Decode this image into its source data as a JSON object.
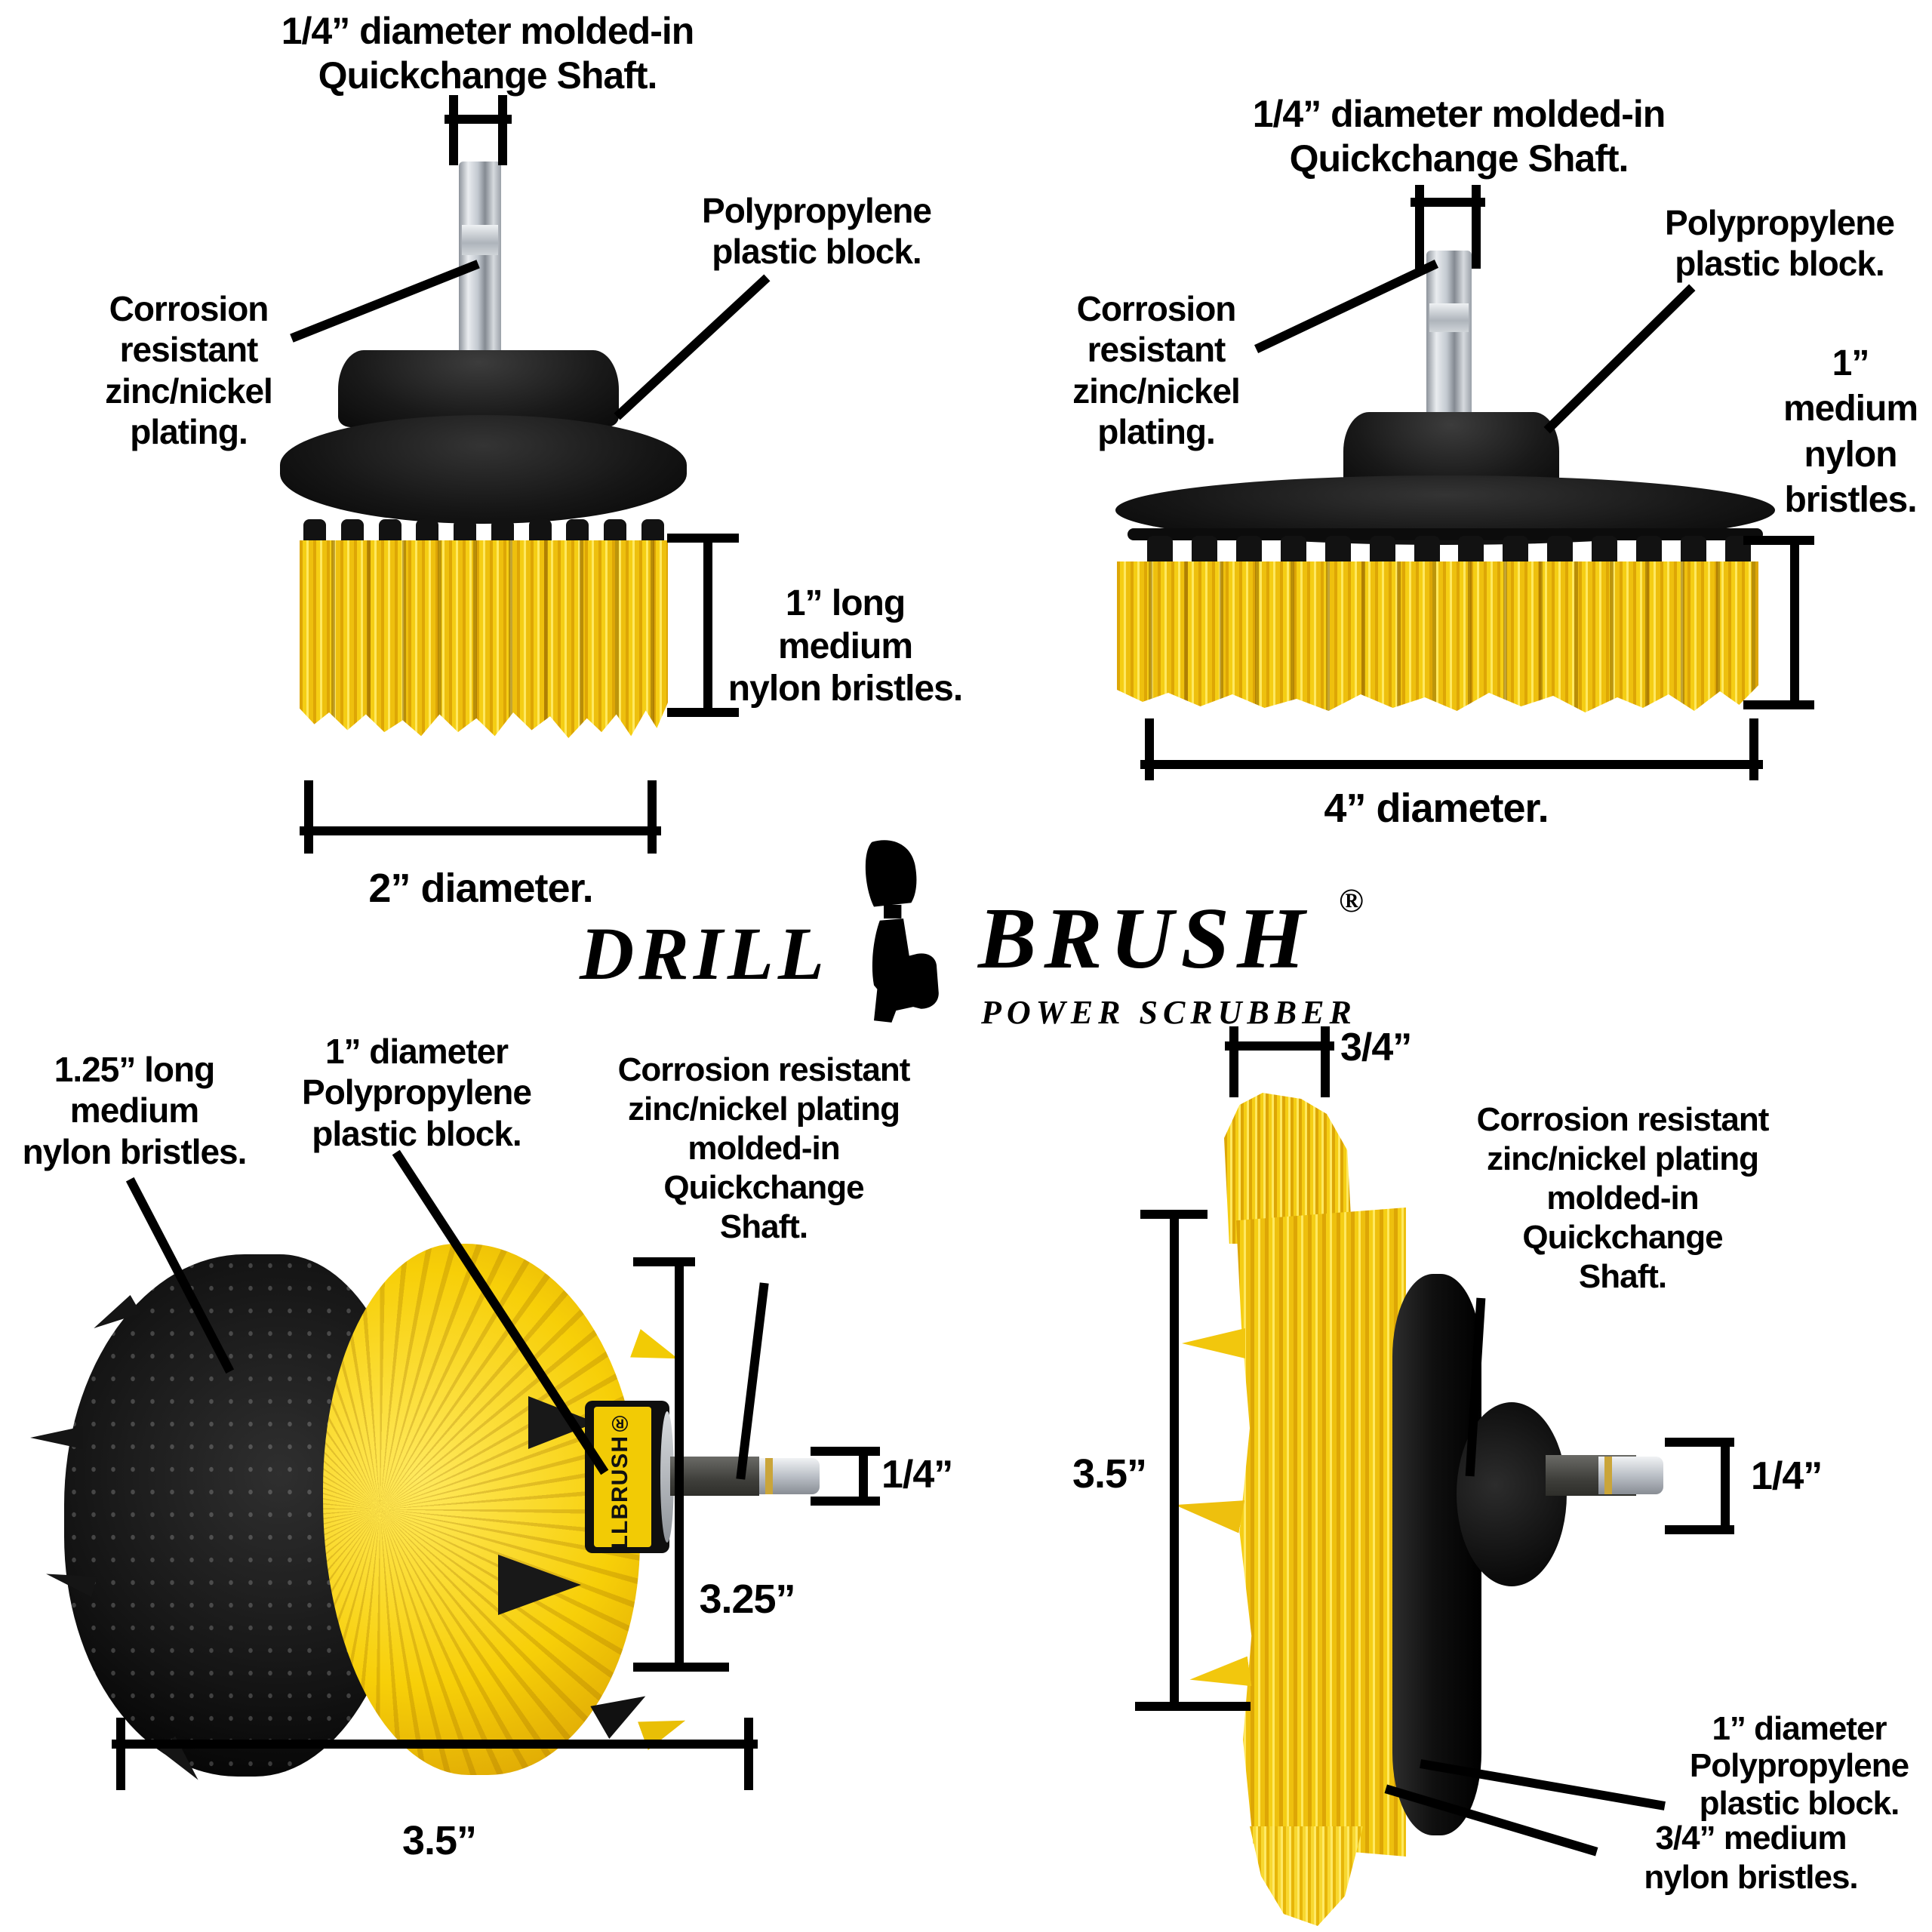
{
  "brand": {
    "logo_drill": "DRILL",
    "logo_brush": "BRUSH",
    "registered": "®",
    "tagline": "POWER SCRUBBER"
  },
  "colors": {
    "bristle_yellow": "#f5ce14",
    "bristle_yellow_highlight": "#ffe860",
    "bristle_yellow_shadow": "#dda606",
    "plastic_black": "#161616",
    "shaft_silver": "#c3c9d0",
    "label_yellow": "#f2cb05",
    "annotation_black": "#000000"
  },
  "brush_2in": {
    "shaft_label": {
      "lines": [
        "1/4” diameter molded-in",
        "Quickchange Shaft."
      ]
    },
    "plating_label": {
      "lines": [
        "Corrosion",
        "resistant",
        "zinc/nickel",
        "plating."
      ]
    },
    "block_label": {
      "lines": [
        "Polypropylene",
        "plastic block."
      ]
    },
    "bristle_label": {
      "lines": [
        "1” long",
        "medium",
        "nylon bristles."
      ]
    },
    "diameter_label": "2” diameter."
  },
  "brush_4in": {
    "shaft_label": {
      "lines": [
        "1/4” diameter molded-in",
        "Quickchange Shaft."
      ]
    },
    "plating_label": {
      "lines": [
        "Corrosion",
        "resistant",
        "zinc/nickel",
        "plating."
      ]
    },
    "block_label": {
      "lines": [
        "Polypropylene",
        "plastic block."
      ]
    },
    "bristle_label": {
      "lines": [
        "1”",
        "medium",
        "nylon",
        "bristles."
      ]
    },
    "diameter_label": "4” diameter."
  },
  "brush_ball": {
    "bristle_label": {
      "lines": [
        "1.25” long",
        "medium",
        "nylon bristles."
      ]
    },
    "block_label": {
      "lines": [
        "1” diameter",
        "Polypropylene",
        "plastic block."
      ]
    },
    "shaft_label": {
      "lines": [
        "Corrosion resistant",
        "zinc/nickel plating",
        "molded-in",
        "Quickchange",
        "Shaft."
      ]
    },
    "shaft_diameter_label": "1/4”",
    "height_label": "3.25”",
    "width_label": "3.5”",
    "block_text": "DRILLBRUSH®"
  },
  "brush_flat": {
    "tuft_width_label": "3/4”",
    "shaft_label": {
      "lines": [
        "Corrosion resistant",
        "zinc/nickel plating",
        "molded-in",
        "Quickchange",
        "Shaft."
      ]
    },
    "height_label": "3.5”",
    "shaft_diameter_label": "1/4”",
    "block_label": {
      "lines": [
        "1” diameter",
        "Polypropylene",
        "plastic block."
      ]
    },
    "bristle_label": {
      "lines": [
        "3/4” medium",
        "nylon bristles."
      ]
    }
  }
}
